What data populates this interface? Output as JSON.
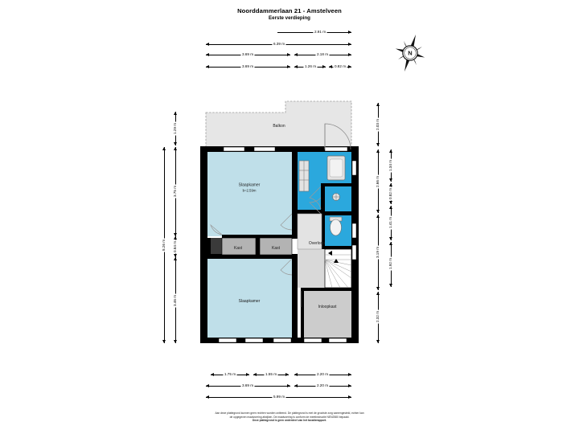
{
  "document": {
    "title": "Noorddammerlaan 21 - Amstelveen",
    "subtitle": "Eerste verdieping"
  },
  "compass": {
    "icon": "compass-rose-icon",
    "north_label": "N"
  },
  "colors": {
    "bedroom_fill": "#bfdfe9",
    "bathroom_fill": "#2ba8dd",
    "hall_fill": "#d9d9d9",
    "closet_fill": "#b3b3b3",
    "balcony_fill": "#e6e6e6",
    "wall": "#000000",
    "fixture_fill": "#e3e3e3",
    "page_background": "#ffffff"
  },
  "rooms": [
    {
      "name": "Balkon",
      "label": "Balkon",
      "sublabel": ""
    },
    {
      "name": "Slaapkamer 1",
      "label": "Slaapkamer",
      "sublabel": "b=2.59m"
    },
    {
      "name": "Kast links",
      "label": "Kast",
      "sublabel": ""
    },
    {
      "name": "Kast rechts",
      "label": "Kast",
      "sublabel": ""
    },
    {
      "name": "Overloop",
      "label": "Overloop",
      "sublabel": ""
    },
    {
      "name": "Slaapkamer 2",
      "label": "Slaapkamer",
      "sublabel": ""
    },
    {
      "name": "Inloopkast",
      "label": "Inloopkast",
      "sublabel": ""
    }
  ],
  "dimensions": {
    "top": {
      "row1": [
        "2.91 m"
      ],
      "row2": [
        "6.39 m"
      ],
      "row3": [
        "3.69 m",
        "2.18 m"
      ],
      "row4": [
        "3.69 m",
        "1.26 m",
        "0.82 m"
      ]
    },
    "bottom": {
      "row1": [
        "1.75 m",
        "1.55 m",
        "2.20 m"
      ],
      "row2": [
        "3.69 m",
        "2.20 m"
      ],
      "row3": [
        "5.99 m"
      ]
    },
    "left": {
      "outer": [
        "8.26 m"
      ],
      "inner": [
        "1.29 m",
        "3.75 m",
        "0.84 m",
        "3.46 m"
      ]
    },
    "right": {
      "inner": [
        "2.03 m",
        "2.66 m",
        "3.19 m",
        "2.32 m"
      ],
      "outer": [
        "1.34 m",
        "0.82 m",
        "1.41 m",
        "1.92 m"
      ]
    }
  },
  "disclaimer": {
    "line1": "Aan deze plattegrond kunnen geen rechten worden ontleend. De plattegrond is met de grootste zorg samengesteld, echter kan",
    "line2": "de opgegeven maatvoering afwijken. De maatvoering is conform de meetinstructie NEN2580 bepaald.",
    "line3": "Deze plattegrond is geen onderdeel van het taxatierapport."
  }
}
